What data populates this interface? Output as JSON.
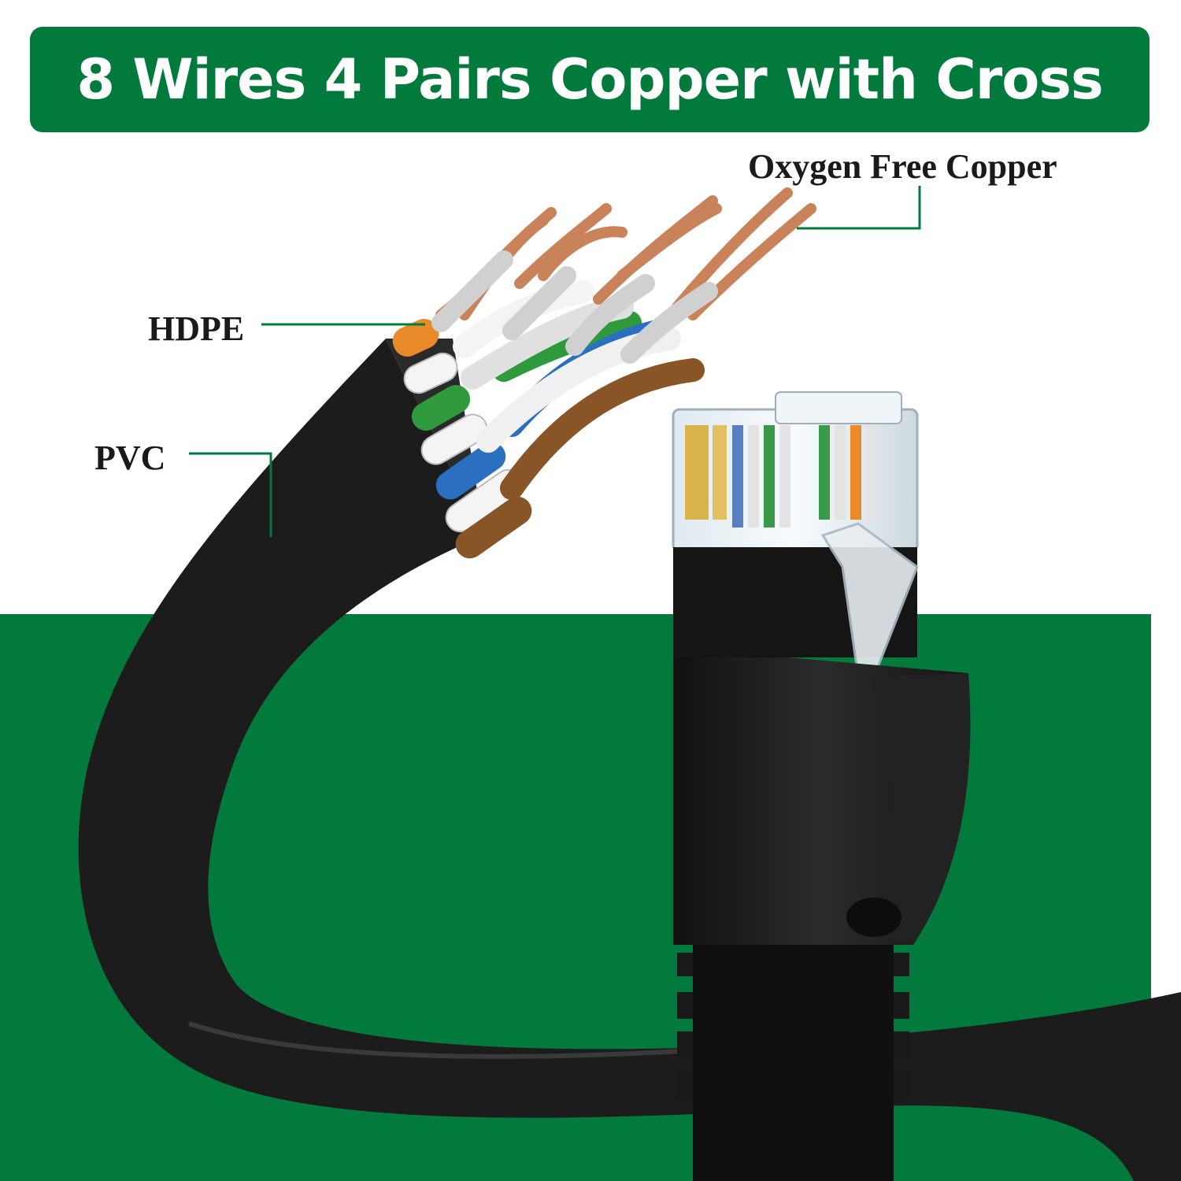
{
  "banner": {
    "title": "8 Wires 4 Pairs Copper with Cross"
  },
  "callouts": {
    "oxygen_free_copper": "Oxygen Free Copper",
    "hdpe": "HDPE",
    "pvc": "PVC"
  },
  "colors": {
    "brand_green": "#017a3c",
    "cable_black": "#1c1c1c",
    "copper": "#c9825a",
    "wire_orange": "#e88a2a",
    "wire_green": "#2e9a3c",
    "wire_blue": "#2a6fc0",
    "wire_brown": "#8a5526",
    "wire_white": "#f4f4f4"
  }
}
